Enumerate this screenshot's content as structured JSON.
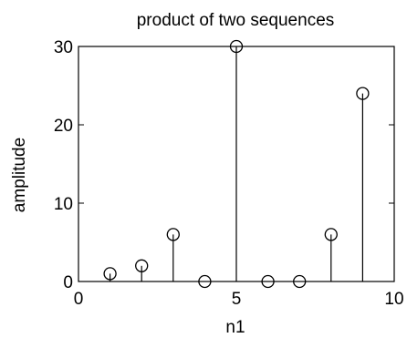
{
  "chart_data": {
    "type": "stem",
    "title": "product of two sequences",
    "xlabel": "n1",
    "ylabel": "amplitude",
    "xlim": [
      0,
      10
    ],
    "ylim": [
      0,
      30
    ],
    "xticks": [
      "0",
      "5",
      "10"
    ],
    "yticks": [
      "0",
      "10",
      "20",
      "30"
    ],
    "grid": false,
    "series": [
      {
        "x": [
          1,
          2,
          3,
          4,
          5,
          6,
          7,
          8,
          9
        ],
        "y": [
          1,
          2,
          6,
          0,
          30,
          0,
          0,
          6,
          24
        ],
        "color": "#000000"
      }
    ]
  }
}
